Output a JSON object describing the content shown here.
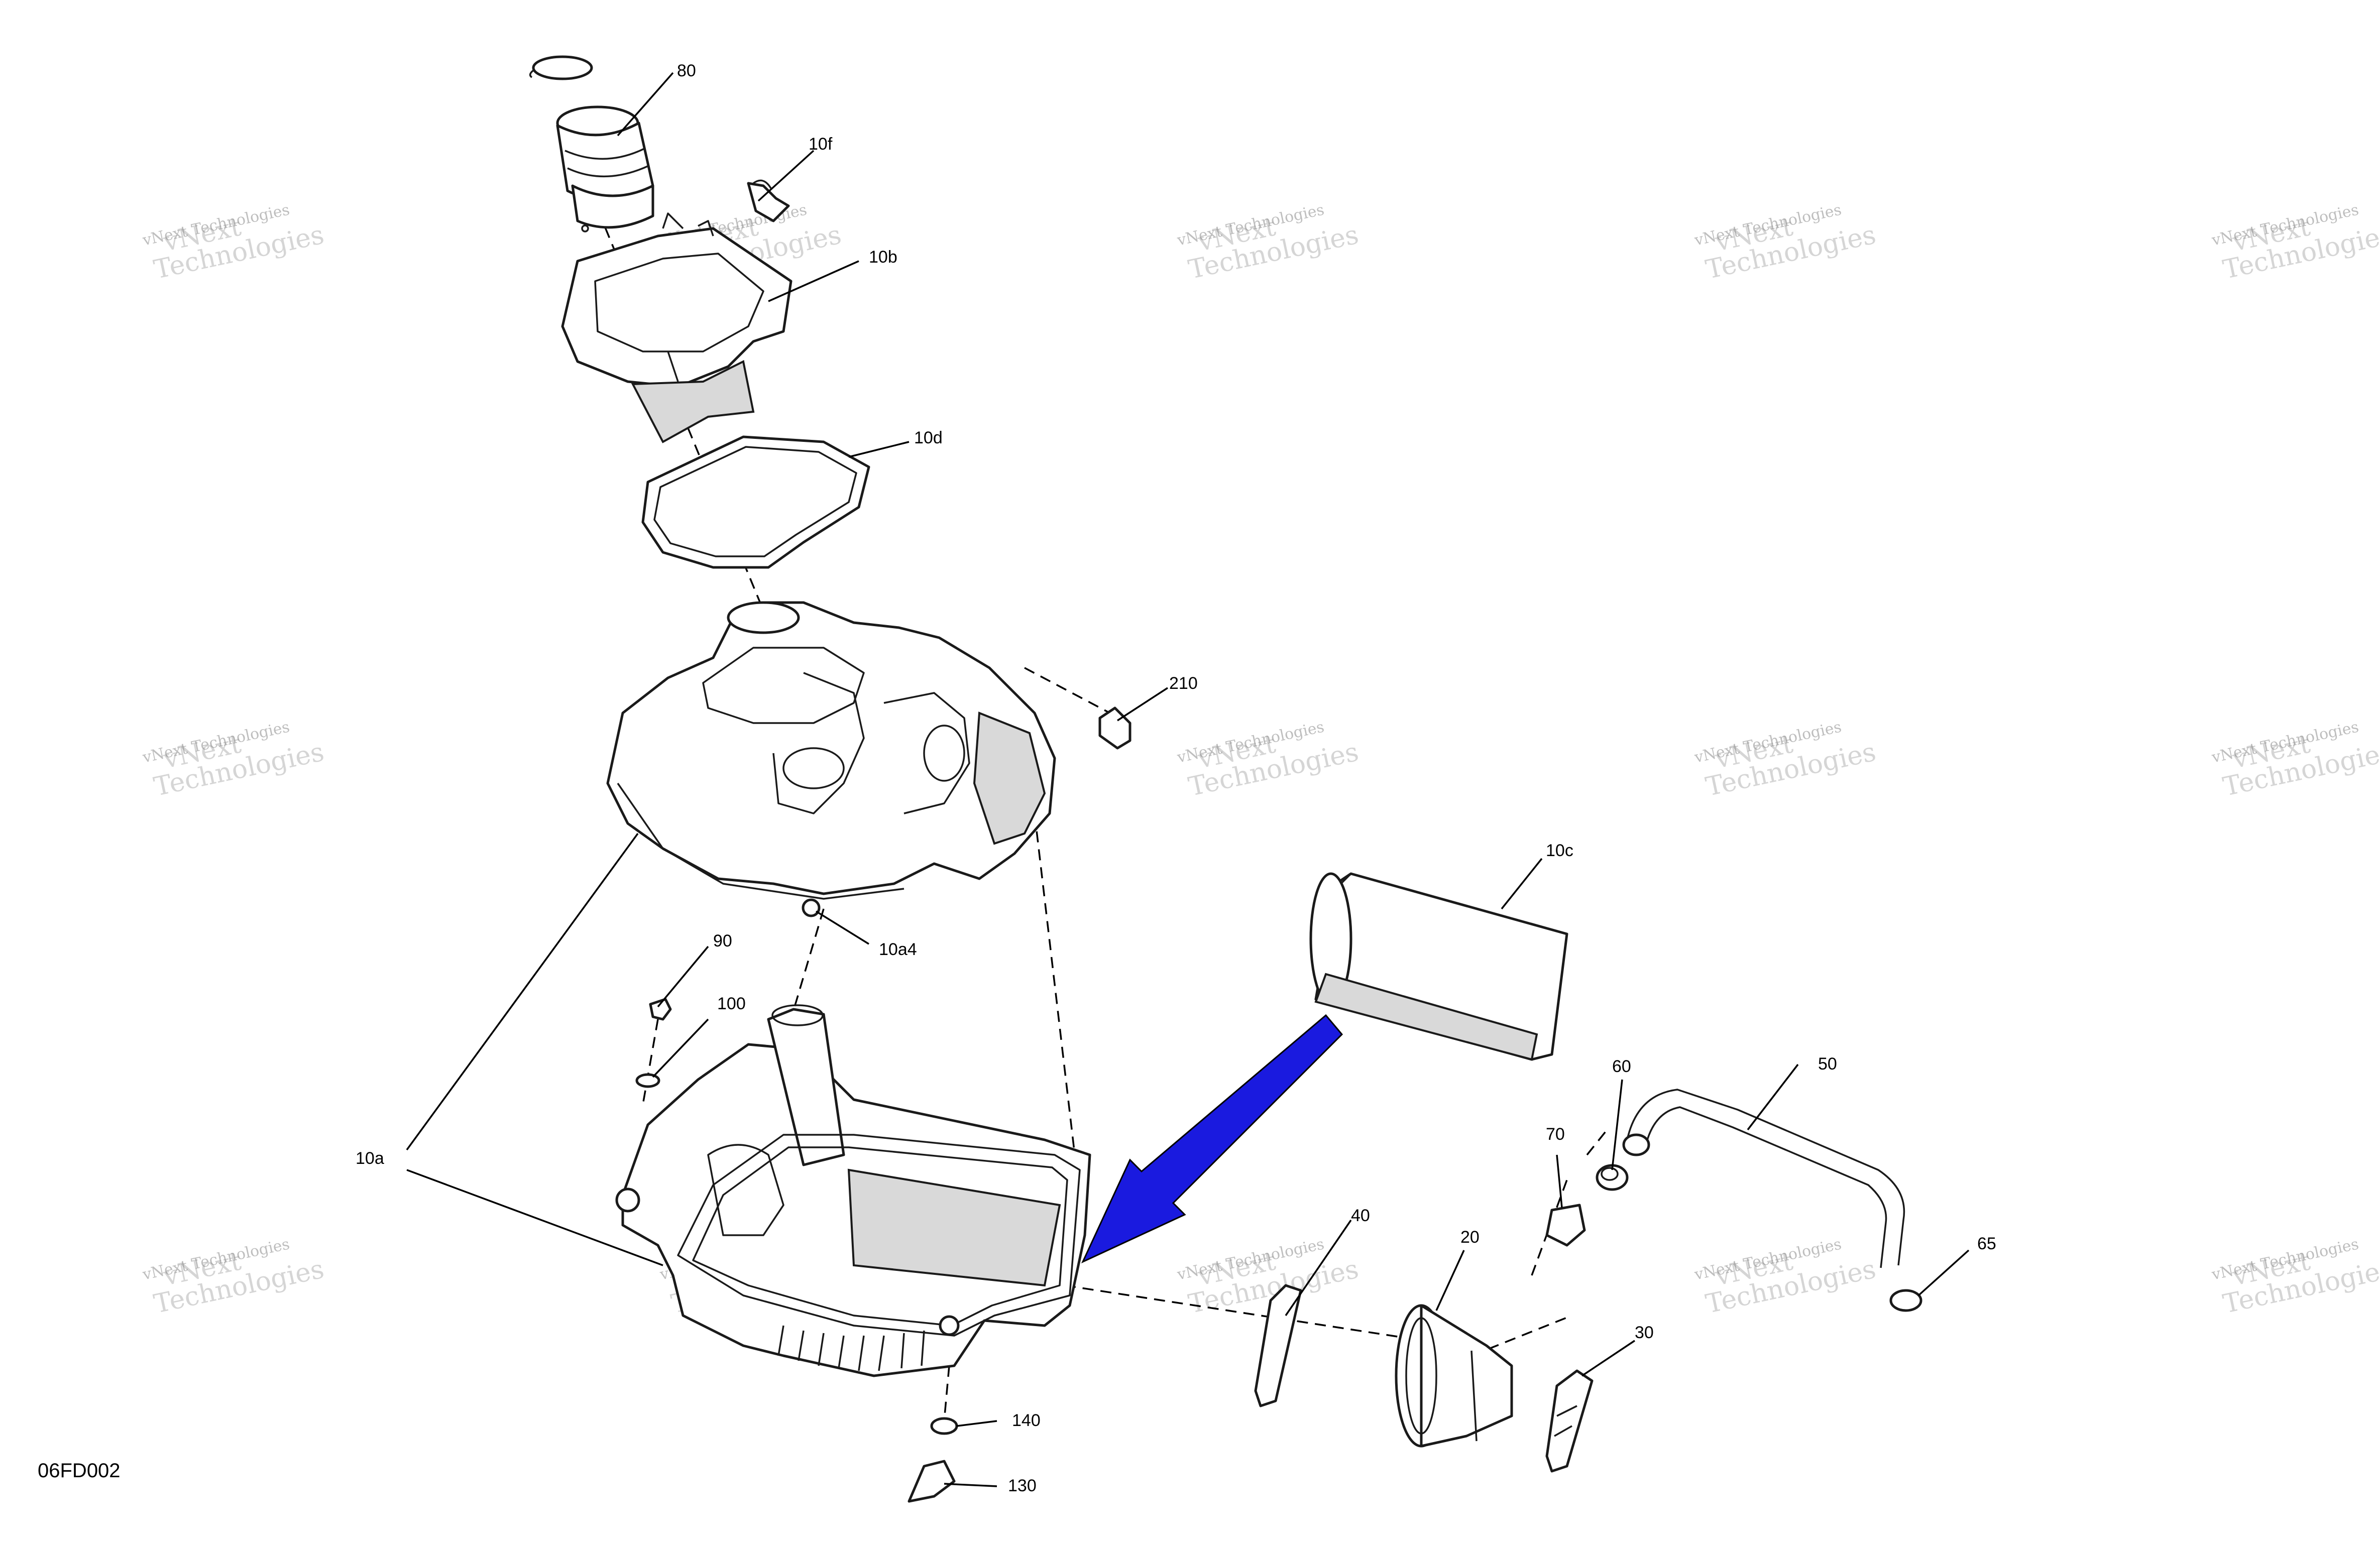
{
  "callouts": {
    "c80": "80",
    "c10f": "10f",
    "c10b": "10b",
    "c10d": "10d",
    "c210": "210",
    "c10c": "10c",
    "c10a4": "10a4",
    "c90": "90",
    "c100": "100",
    "c10a": "10a",
    "c60": "60",
    "c50": "50",
    "c70": "70",
    "c40": "40",
    "c20": "20",
    "c65": "65",
    "c30": "30",
    "c140": "140",
    "c130": "130"
  },
  "document_ref": "06FD002",
  "watermark": {
    "line1": "vNext Technologies",
    "line2": "vNext",
    "line3": "Technologies"
  },
  "colors": {
    "arrow": "#1a1adf",
    "line": "#000000",
    "shade": "#d9d9d9"
  }
}
